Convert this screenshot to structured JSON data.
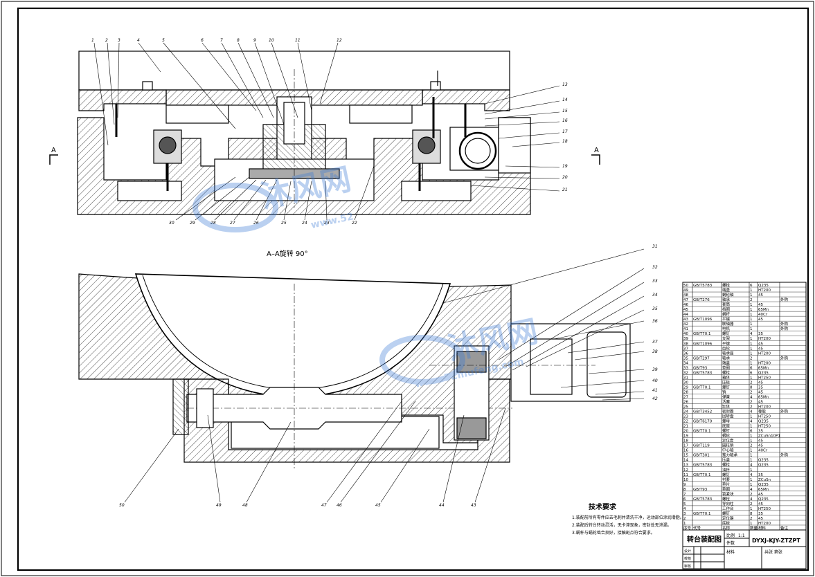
{
  "drawing": {
    "section_mark": "A",
    "section_caption": "A–A旋转 90°",
    "tech_title": "技术要求",
    "tech_lines": [
      "1.装配前所有零件应去毛刺并清洗干净，运动部位涂润滑脂。",
      "2.装配后转台转动灵活，无卡滞现象，密封处无泄漏。",
      "3.蜗杆与蜗轮啮合良好，接触斑点符合要求。"
    ],
    "title_block": {
      "name": "转台装配图",
      "scale_label": "比例",
      "scale": "1:1",
      "qty_label": "件数",
      "material_label": "材料",
      "code": "DYXJ-KJY-ZTZPT",
      "sheet_label": "共张 第张",
      "rows": [
        "设计",
        "校核",
        "审核"
      ]
    },
    "watermark": {
      "brand": "沐风网",
      "url": "www.52mufeng.com",
      "url_short": "www.52"
    },
    "balloons_top": [
      "1",
      "2",
      "3",
      "4",
      "5",
      "6",
      "7",
      "8",
      "9",
      "10",
      "11",
      "12"
    ],
    "balloons_top_right": [
      "13",
      "14",
      "15",
      "16",
      "17",
      "18",
      "19",
      "20",
      "21"
    ],
    "balloons_bottom_top": [
      "30",
      "29",
      "28",
      "27",
      "26",
      "25",
      "24",
      "23",
      "22"
    ],
    "balloons_view2_right": [
      "31",
      "32",
      "33",
      "34",
      "35",
      "36",
      "37",
      "38",
      "39",
      "40",
      "41",
      "42"
    ],
    "balloons_view2_bottom": [
      "50",
      "49",
      "48",
      "47",
      "46",
      "45",
      "44",
      "43"
    ],
    "bom_header": [
      "序号",
      "代号",
      "名称",
      "数量",
      "材料",
      "备注"
    ],
    "bom_rows": [
      [
        "50",
        "GB/T5783",
        "螺栓",
        "6",
        "Q235",
        ""
      ],
      [
        "49",
        "",
        "端盖",
        "1",
        "HT200",
        ""
      ],
      [
        "48",
        "",
        "蜗轮轴",
        "1",
        "45",
        ""
      ],
      [
        "47",
        "GB/T276",
        "轴承",
        "2",
        "",
        "外购"
      ],
      [
        "46",
        "",
        "套筒",
        "1",
        "45",
        ""
      ],
      [
        "45",
        "",
        "挡圈",
        "1",
        "65Mn",
        ""
      ],
      [
        "44",
        "",
        "蜗杆",
        "1",
        "40Cr",
        ""
      ],
      [
        "43",
        "GB/T1096",
        "平键",
        "1",
        "45",
        ""
      ],
      [
        "42",
        "",
        "联轴器",
        "1",
        "",
        "外购"
      ],
      [
        "41",
        "",
        "电机",
        "1",
        "",
        "外购"
      ],
      [
        "40",
        "GB/T70.1",
        "螺钉",
        "4",
        "35",
        ""
      ],
      [
        "39",
        "",
        "支架",
        "1",
        "HT200",
        ""
      ],
      [
        "38",
        "GB/T1096",
        "平键",
        "1",
        "45",
        ""
      ],
      [
        "37",
        "",
        "齿轮",
        "1",
        "45",
        ""
      ],
      [
        "36",
        "",
        "轴承座",
        "1",
        "HT200",
        ""
      ],
      [
        "35",
        "GB/T297",
        "轴承",
        "2",
        "",
        "外购"
      ],
      [
        "34",
        "",
        "端盖",
        "1",
        "HT200",
        ""
      ],
      [
        "33",
        "GB/T93",
        "垫圈",
        "6",
        "65Mn",
        ""
      ],
      [
        "32",
        "GB/T5783",
        "螺栓",
        "6",
        "Q235",
        ""
      ],
      [
        "31",
        "",
        "箱体",
        "1",
        "HT250",
        ""
      ],
      [
        "30",
        "",
        "压板",
        "2",
        "45",
        ""
      ],
      [
        "29",
        "GB/T70.1",
        "螺钉",
        "8",
        "35",
        ""
      ],
      [
        "28",
        "",
        "销",
        "2",
        "45",
        ""
      ],
      [
        "27",
        "",
        "弹簧",
        "4",
        "65Mn",
        ""
      ],
      [
        "26",
        "",
        "活塞",
        "2",
        "45",
        ""
      ],
      [
        "25",
        "",
        "缸体",
        "2",
        "HT200",
        ""
      ],
      [
        "24",
        "GB/T3452",
        "密封圈",
        "4",
        "橡胶",
        "外购"
      ],
      [
        "23",
        "",
        "回转盘",
        "1",
        "HT250",
        ""
      ],
      [
        "22",
        "GB/T6170",
        "螺母",
        "4",
        "Q235",
        ""
      ],
      [
        "21",
        "",
        "底座",
        "1",
        "HT250",
        ""
      ],
      [
        "20",
        "GB/T70.1",
        "螺钉",
        "6",
        "35",
        ""
      ],
      [
        "19",
        "",
        "蜗轮",
        "1",
        "ZCuSn10P1",
        ""
      ],
      [
        "18",
        "",
        "定位套",
        "1",
        "45",
        ""
      ],
      [
        "17",
        "GB/T119",
        "圆柱销",
        "2",
        "45",
        ""
      ],
      [
        "16",
        "",
        "中心轴",
        "1",
        "40Cr",
        ""
      ],
      [
        "15",
        "GB/T301",
        "推力轴承",
        "1",
        "",
        "外购"
      ],
      [
        "14",
        "",
        "压盖",
        "1",
        "Q235",
        ""
      ],
      [
        "13",
        "GB/T5783",
        "螺栓",
        "4",
        "Q235",
        ""
      ],
      [
        "12",
        "",
        "油杯",
        "1",
        "",
        ""
      ],
      [
        "11",
        "GB/T70.1",
        "螺钉",
        "4",
        "35",
        ""
      ],
      [
        "10",
        "",
        "衬套",
        "1",
        "ZCuSn",
        ""
      ],
      [
        "9",
        "",
        "垫片",
        "1",
        "Q235",
        ""
      ],
      [
        "8",
        "GB/T93",
        "垫圈",
        "4",
        "65Mn",
        ""
      ],
      [
        "7",
        "",
        "锁紧块",
        "2",
        "45",
        ""
      ],
      [
        "6",
        "GB/T5783",
        "螺栓",
        "4",
        "Q235",
        ""
      ],
      [
        "5",
        "",
        "导向柱",
        "2",
        "45",
        ""
      ],
      [
        "4",
        "",
        "工作台",
        "1",
        "HT250",
        ""
      ],
      [
        "3",
        "GB/T70.1",
        "螺钉",
        "8",
        "35",
        ""
      ],
      [
        "2",
        "",
        "定位键",
        "2",
        "45",
        ""
      ],
      [
        "1",
        "",
        "底板",
        "1",
        "HT200",
        ""
      ]
    ]
  }
}
